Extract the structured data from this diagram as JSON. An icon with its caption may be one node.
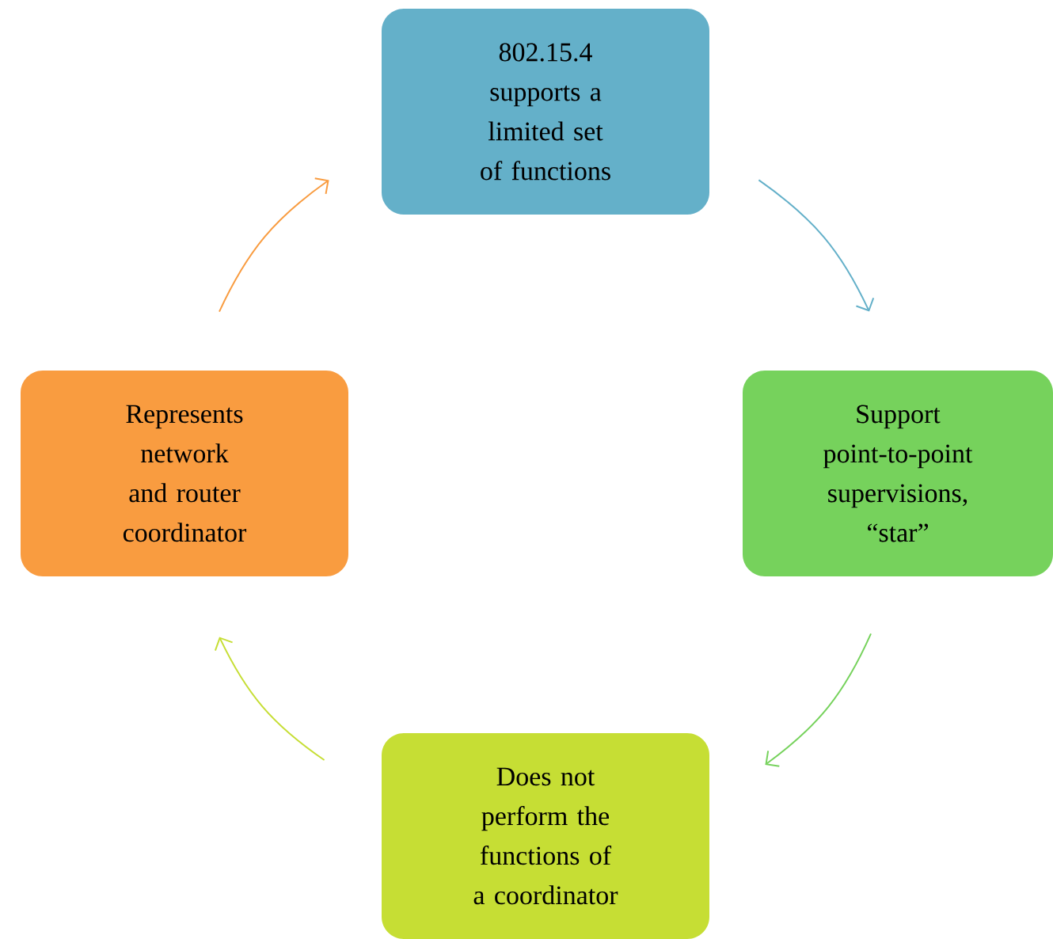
{
  "diagram": {
    "nodes": [
      {
        "text": [
          "802.15.4 supports a limited set of functions"
        ]
      },
      {
        "text": [
          "Support point-to-point supervisions, “star”"
        ]
      },
      {
        "text": [
          "Does not perform the functions of a coordinator"
        ]
      },
      {
        "text": [
          "Represents network and router coordinator"
        ]
      }
    ],
    "edges": [
      {
        "from": 0,
        "to": 1,
        "arrow": "to",
        "color": "#64b0c9"
      },
      {
        "from": 1,
        "to": 2,
        "arrow": "to",
        "color": "#76d25c"
      },
      {
        "from": 2,
        "to": 3,
        "arrow": "to",
        "color": "#c6de34"
      },
      {
        "from": 3,
        "to": 0,
        "arrow": "to",
        "color": "#f99c40"
      }
    ]
  }
}
